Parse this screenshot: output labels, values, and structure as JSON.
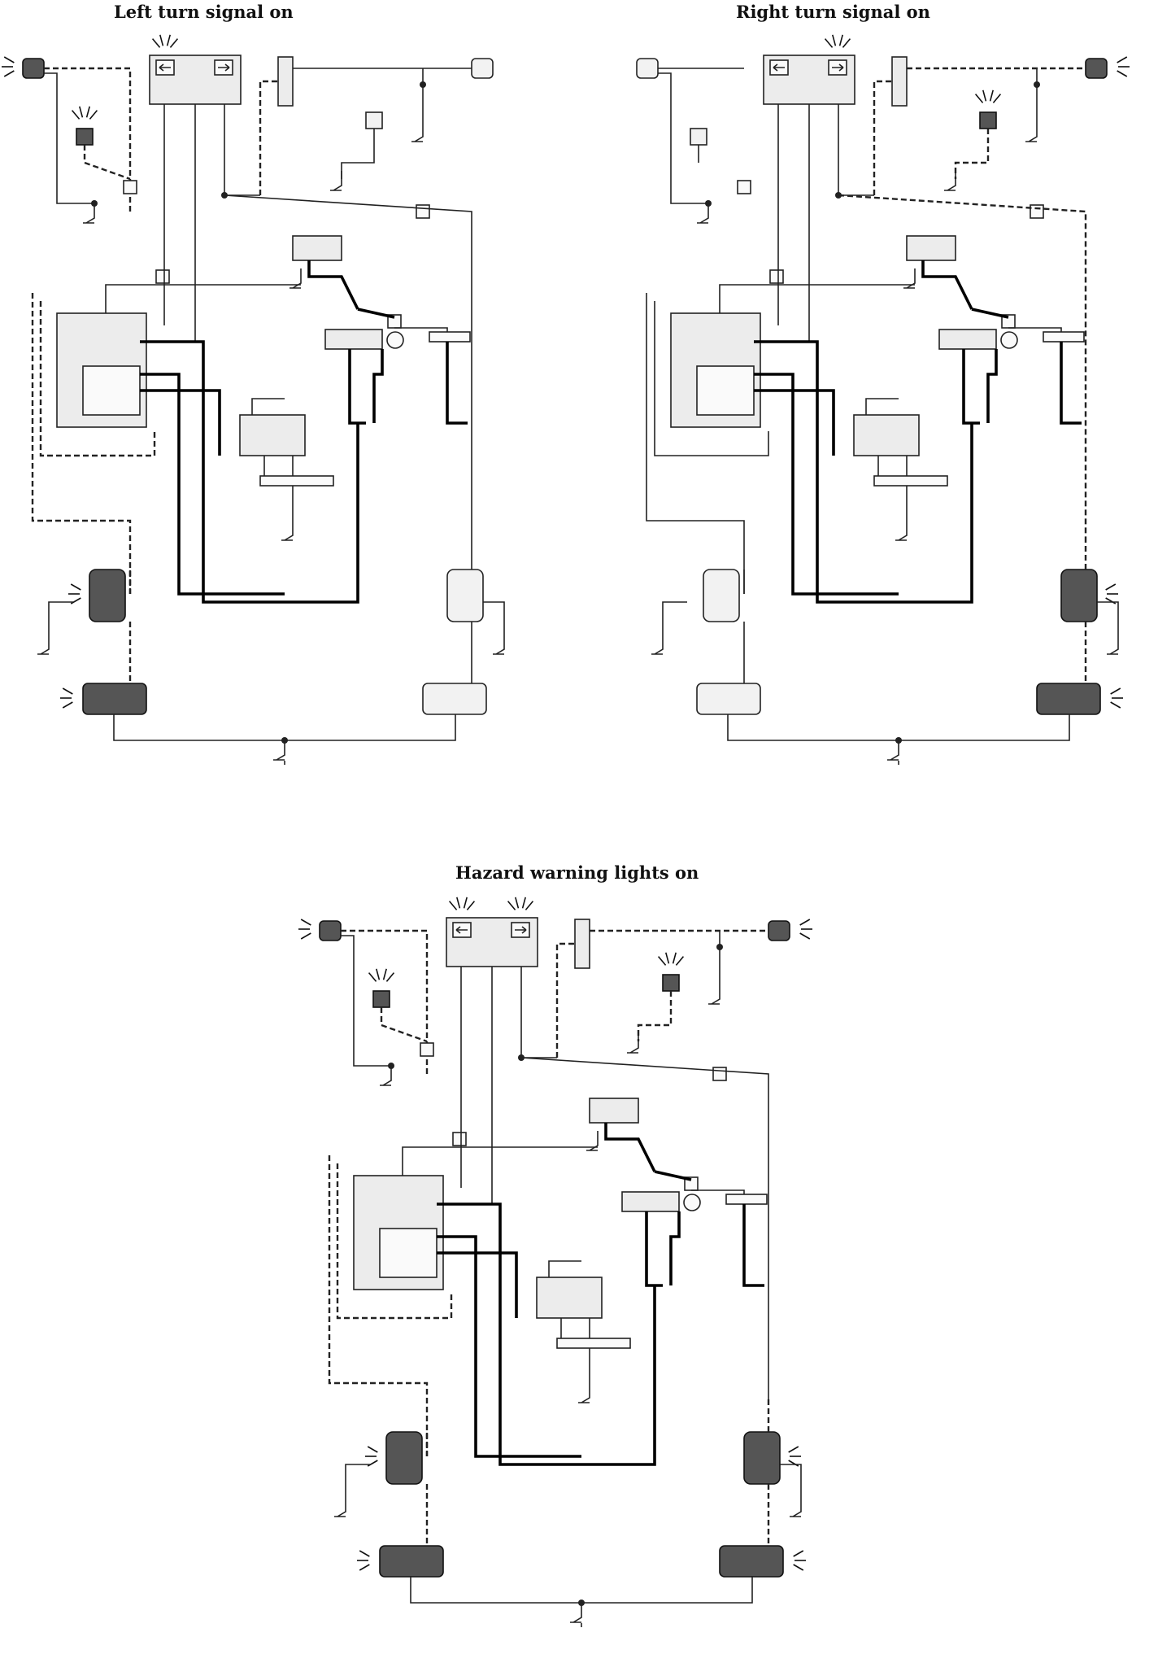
{
  "titles": {
    "left": "Left turn signal on",
    "right": "Right turn signal on",
    "hazard": "Hazard warning lights on"
  },
  "panels": [
    {
      "id": "left",
      "active": "left"
    },
    {
      "id": "right",
      "active": "right"
    },
    {
      "id": "hazard",
      "active": "both"
    }
  ]
}
